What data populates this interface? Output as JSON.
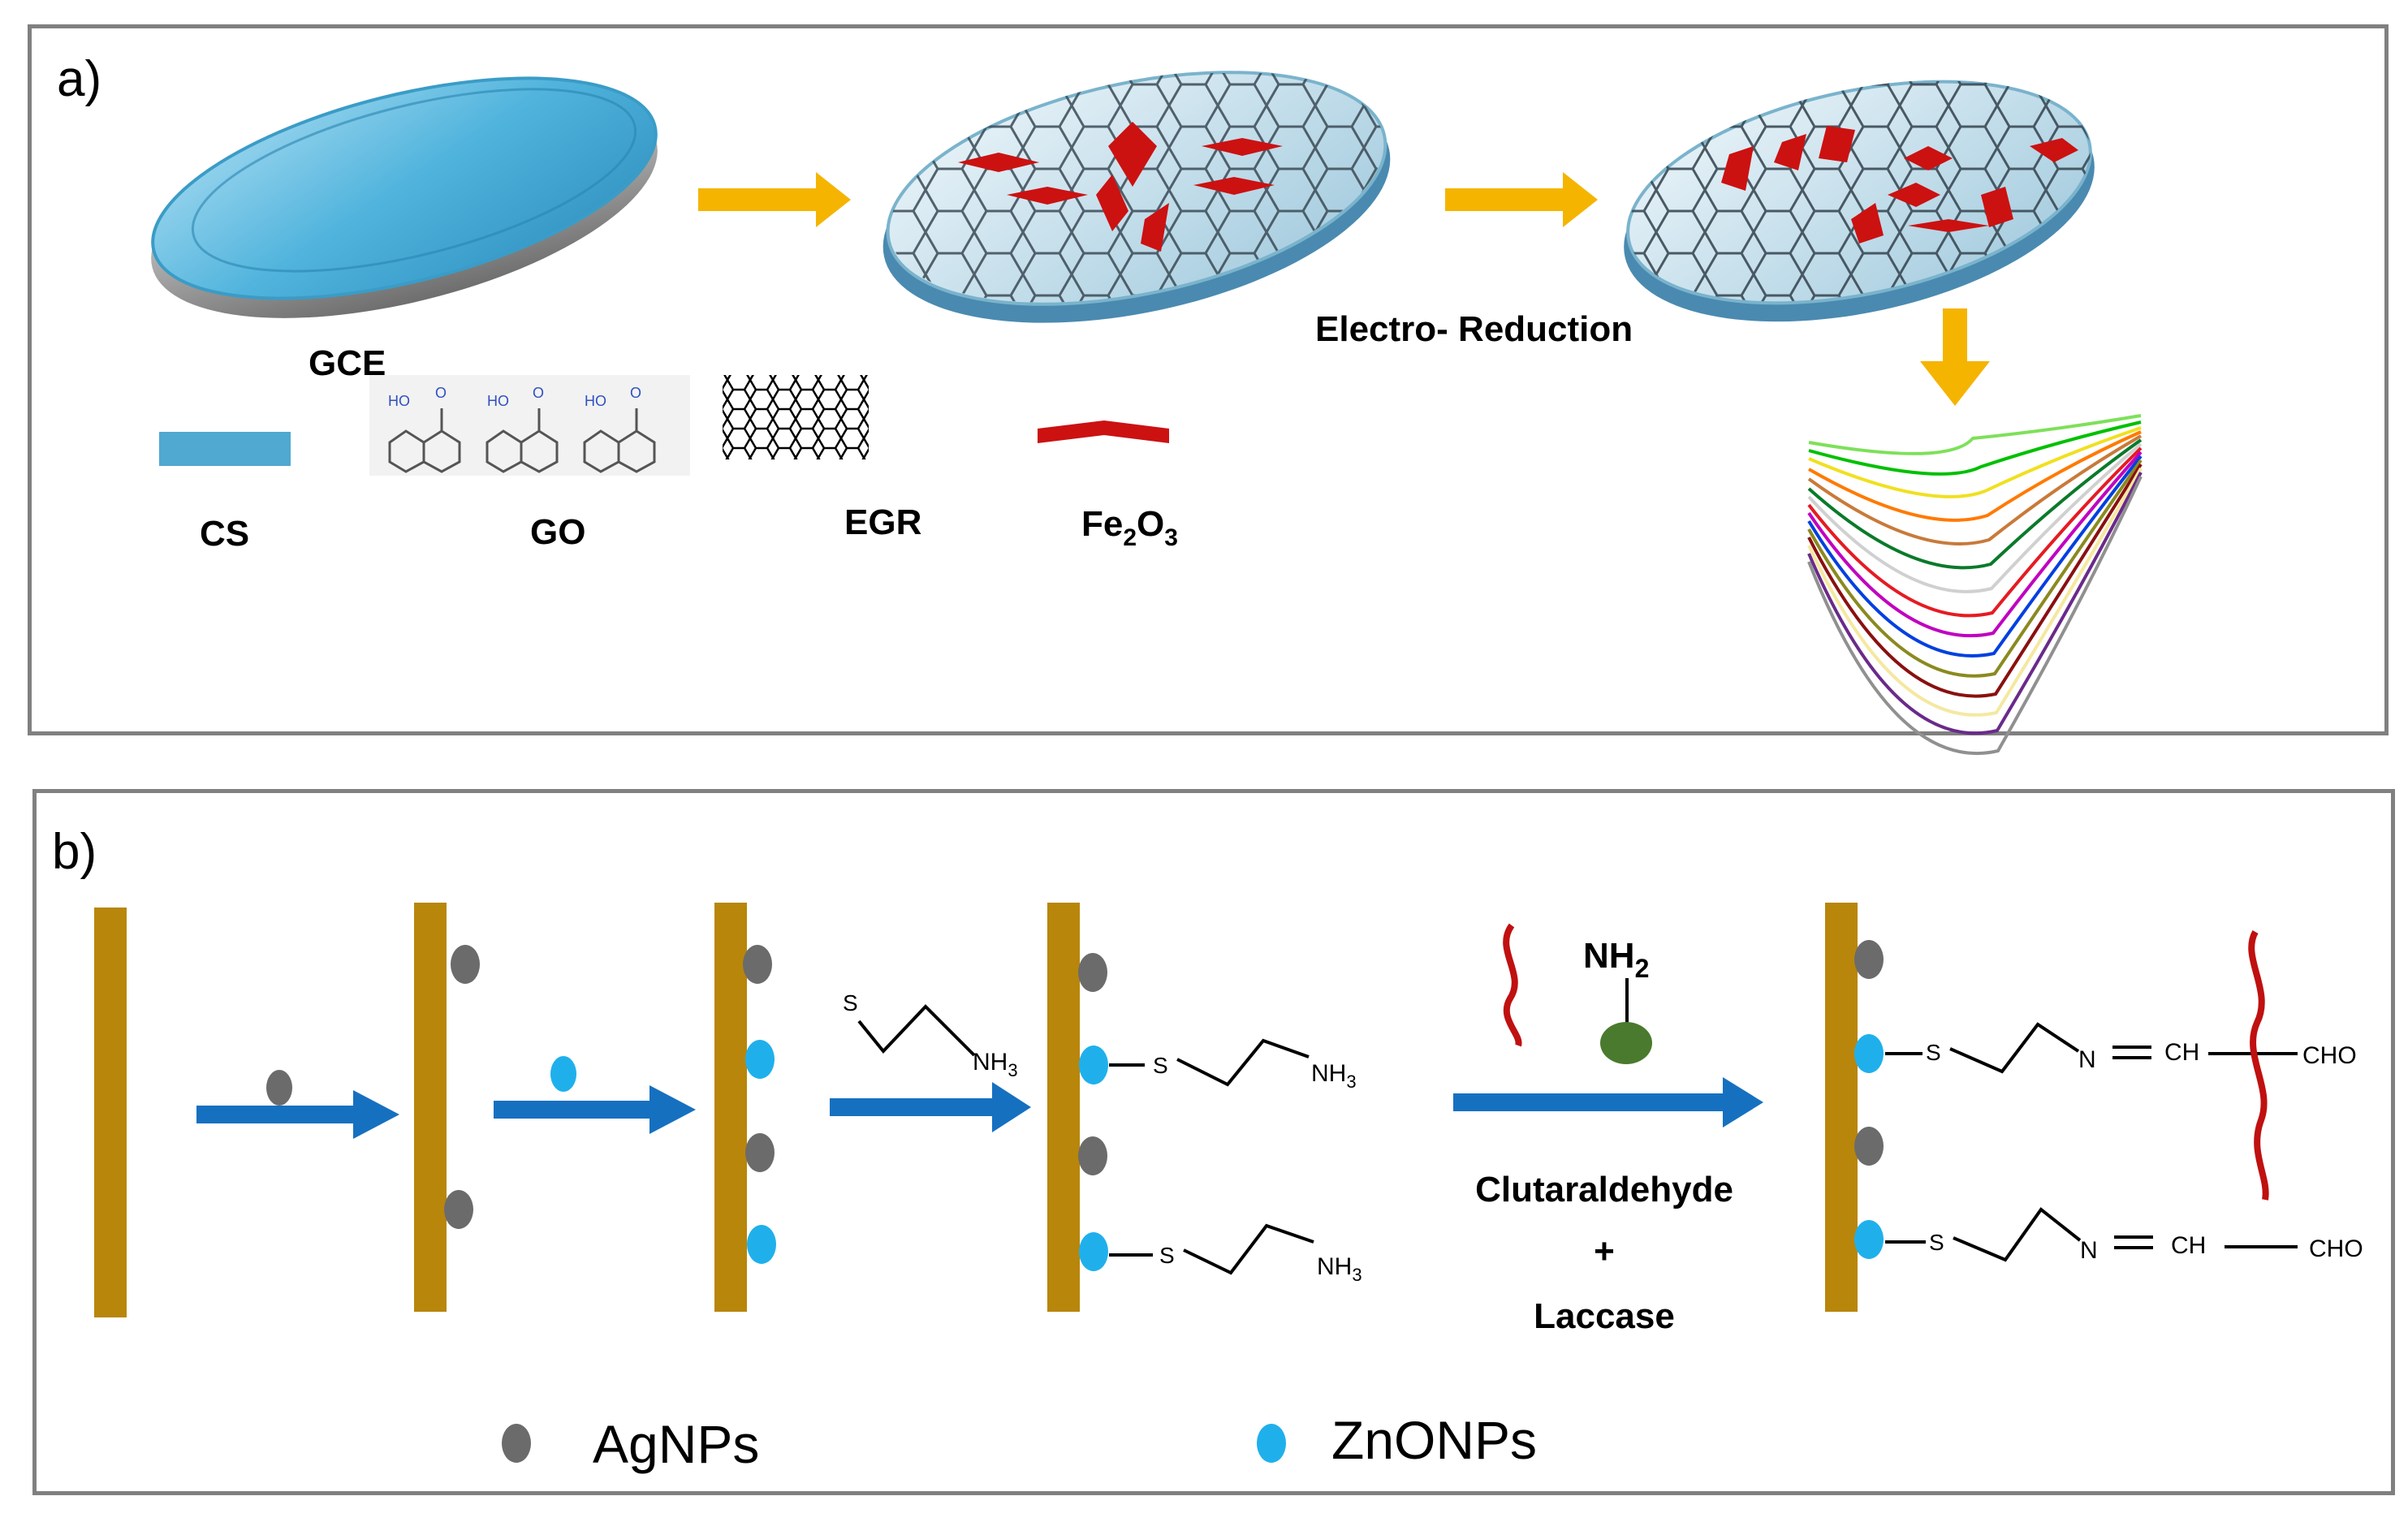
{
  "panel_a": {
    "label": "a)",
    "gce_label": "GCE",
    "electro_label": "Electro- Reduction",
    "legend": {
      "cs": "CS",
      "go": "GO",
      "egr": "EGR",
      "fe_main": "Fe",
      "fe_sub1": "2",
      "fe_mid": "O",
      "fe_sub2": "3"
    }
  },
  "panel_b": {
    "label": "b)",
    "thiol": {
      "s": "S",
      "nh": "NH",
      "nh_sub": "3"
    },
    "nh2": {
      "main": "NH",
      "sub": "2"
    },
    "reagents": [
      "Clutaraldehyde",
      "+",
      "Laccase"
    ],
    "product": {
      "s": "S",
      "n": "N",
      "ch": "CH",
      "cho": "CHO"
    },
    "legend": {
      "ag": "AgNPs",
      "zno": "ZnONPs"
    }
  },
  "colors": {
    "electrode_blue": "#4fb3dc",
    "arrow_orange": "#f5b400",
    "fe_red": "#cc1111",
    "strip_gold": "#b8860b",
    "arrow_blue": "#1670c0",
    "ag_gray": "#6b6b6b",
    "zno_cyan": "#1fb0ec",
    "laccase_green": "#4a7a2e"
  }
}
